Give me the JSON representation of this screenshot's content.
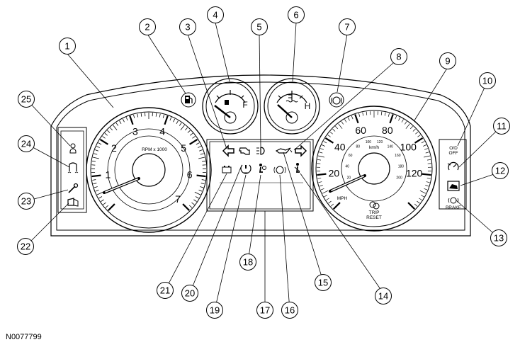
{
  "figure_id": "N0077799",
  "tachometer": {
    "label": "RPM x 1000",
    "numbers": [
      "1",
      "2",
      "3",
      "4",
      "5",
      "6",
      "7"
    ]
  },
  "fuel_gauge": {
    "full_label": "F"
  },
  "temp_gauge": {
    "hot_label": "H"
  },
  "speedometer": {
    "mph_numbers": [
      "20",
      "40",
      "60",
      "80",
      "100",
      "120"
    ],
    "kmh_numbers": [
      "20",
      "40",
      "60",
      "80",
      "100",
      "120",
      "140",
      "160",
      "180",
      "200"
    ],
    "unit_label": "MPH",
    "kmh_label": "km/h",
    "trip_reset_line1": "TRIP",
    "trip_reset_line2": "RESET"
  },
  "indicators": {
    "od_off_line1": "O/D",
    "od_off_line2": "OFF",
    "brake_label": "BRAKE"
  },
  "callouts": [
    "1",
    "2",
    "3",
    "4",
    "5",
    "6",
    "7",
    "8",
    "9",
    "10",
    "11",
    "12",
    "13",
    "14",
    "15",
    "16",
    "17",
    "18",
    "19",
    "20",
    "21",
    "22",
    "23",
    "24",
    "25"
  ],
  "icons": [
    "fuel-pump-icon",
    "left-turn-arrow-icon",
    "check-engine-icon",
    "high-beam-icon",
    "oil-pressure-icon",
    "right-turn-arrow-icon",
    "battery-icon",
    "tire-pressure-icon",
    "airbag-icon",
    "abs-icon",
    "seatbelt-icon",
    "traction-control-icon",
    "wrench-icon",
    "door-ajar-icon",
    "service-icon",
    "cruise-icon",
    "hood-ajar-icon",
    "brake-icon"
  ]
}
